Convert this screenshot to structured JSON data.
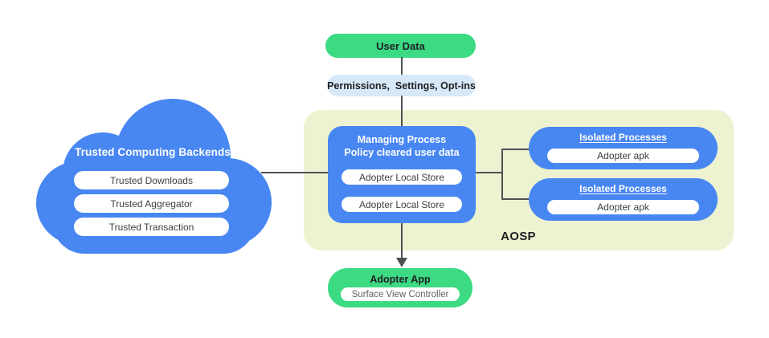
{
  "colors": {
    "blue": "#4887F2",
    "green": "#3CDA83",
    "lightblue": "#D7E9F8",
    "aosp_bg": "#EDF3D0",
    "line": "#4d5154",
    "dark_text": "#202124",
    "pill_text": "#3C4043",
    "muted_text": "#5F6368"
  },
  "user_data": {
    "label": "User Data"
  },
  "permissions": {
    "label": "Permissions,  Settings, Opt-ins"
  },
  "cloud": {
    "title": "Trusted Computing Backends",
    "items": [
      "Trusted Downloads",
      "Trusted Aggregator",
      "Trusted Transaction"
    ]
  },
  "aosp": {
    "label": "AOSP",
    "managing_process": {
      "title_line1": "Managing Process",
      "title_line2": "Policy cleared user data",
      "stores": [
        "Adopter Local Store",
        "Adopter Local Store"
      ]
    },
    "isolated_processes": [
      {
        "title": "Isolated Processes",
        "item": "Adopter apk"
      },
      {
        "title": "Isolated Processes",
        "item": "Adopter apk"
      }
    ]
  },
  "adopter_app": {
    "title": "Adopter App",
    "item": "Surface View Controller"
  }
}
